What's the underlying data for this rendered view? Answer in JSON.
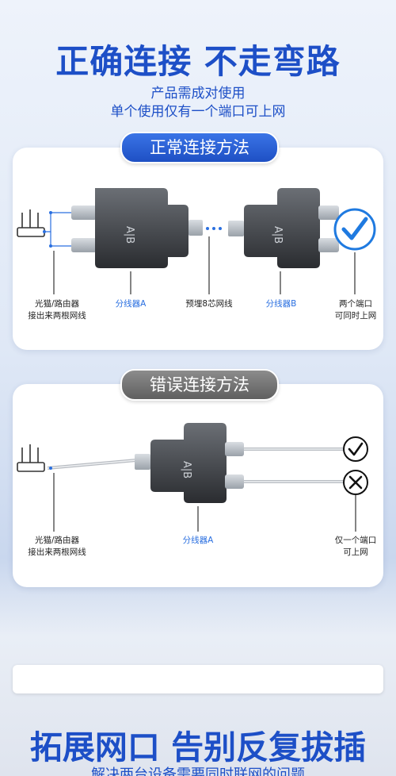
{
  "header": {
    "title": "正确连接 不走弯路",
    "sub1": "产品需成对使用",
    "sub2": "单个使用仅有一个端口可上网"
  },
  "correct": {
    "pill": "正常连接方法",
    "router_label": [
      "光猫/路由器",
      "接出来两根网线"
    ],
    "splitter_a": "分线器A",
    "cable_label": "预埋8芯网线",
    "splitter_b": "分线器B",
    "result_label": [
      "两个端口",
      "可同时上网"
    ],
    "device_text": "A|B"
  },
  "wrong": {
    "pill": "错误连接方法",
    "router_label": [
      "光猫/路由器",
      "接出来两根网线"
    ],
    "splitter_a": "分线器A",
    "result_label": [
      "仅一个端口",
      "可上网"
    ],
    "device_text": "A|B"
  },
  "footer": {
    "title": "拓展网口 告别反复拔插",
    "cut_text": "解决两台设备需要同时联网的问题"
  },
  "colors": {
    "accent": "#1d4fc7",
    "label_blue": "#2a6fe0",
    "check": "#1f7ae0"
  }
}
